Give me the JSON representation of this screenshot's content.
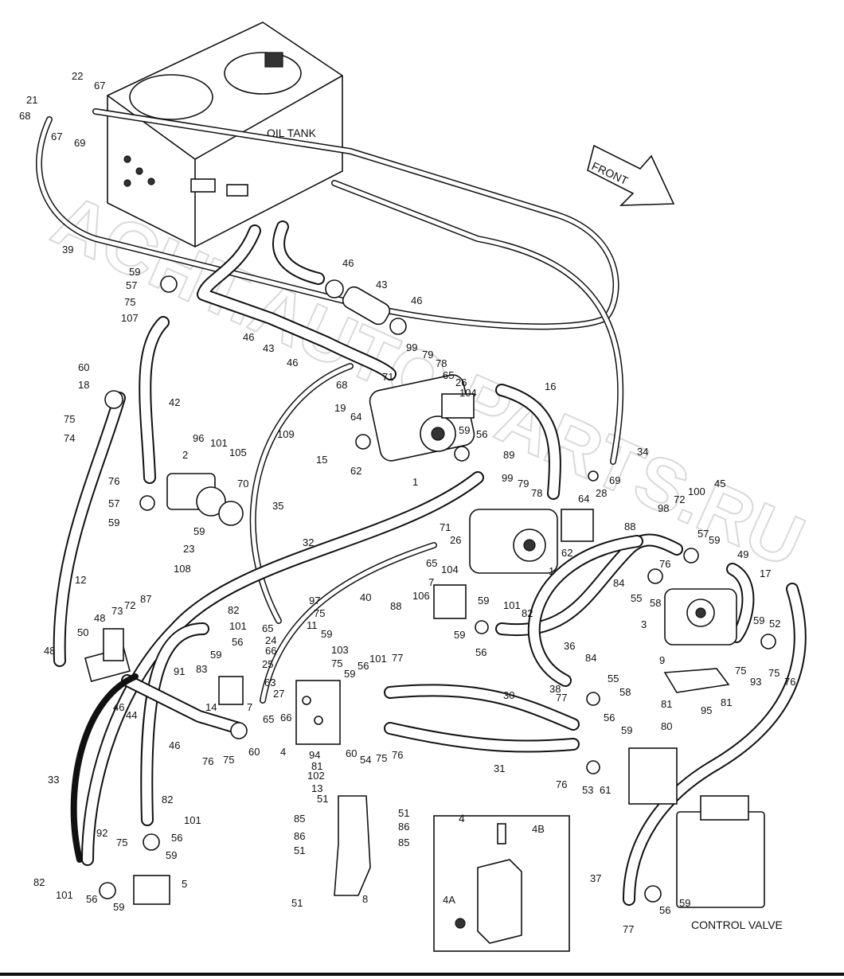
{
  "diagram": {
    "titles": {
      "oil_tank": "OIL TANK",
      "front": "FRONT",
      "control_valve": "CONTROL VALVE",
      "inset_number": "4"
    },
    "watermark": "ACHT.AUTO.PARTS.RU",
    "callouts": [
      {
        "id": "c1",
        "text": "22"
      },
      {
        "id": "c2",
        "text": "67"
      },
      {
        "id": "c3",
        "text": "21"
      },
      {
        "id": "c4",
        "text": "68"
      },
      {
        "id": "c5",
        "text": "67"
      },
      {
        "id": "c6",
        "text": "69"
      },
      {
        "id": "c7",
        "text": "39"
      },
      {
        "id": "c8",
        "text": "59"
      },
      {
        "id": "c9",
        "text": "57"
      },
      {
        "id": "c10",
        "text": "75"
      },
      {
        "id": "c11",
        "text": "107"
      },
      {
        "id": "c12",
        "text": "46"
      },
      {
        "id": "c13",
        "text": "43"
      },
      {
        "id": "c14",
        "text": "46"
      },
      {
        "id": "c15",
        "text": "46"
      },
      {
        "id": "c16",
        "text": "43"
      },
      {
        "id": "c17",
        "text": "46"
      },
      {
        "id": "c18",
        "text": "60"
      },
      {
        "id": "c19",
        "text": "18"
      },
      {
        "id": "c20",
        "text": "42"
      },
      {
        "id": "c21",
        "text": "75"
      },
      {
        "id": "c22",
        "text": "74"
      },
      {
        "id": "c23",
        "text": "96"
      },
      {
        "id": "c24",
        "text": "101"
      },
      {
        "id": "c25",
        "text": "105"
      },
      {
        "id": "c26",
        "text": "2"
      },
      {
        "id": "c27",
        "text": "76"
      },
      {
        "id": "c28",
        "text": "57"
      },
      {
        "id": "c29",
        "text": "59"
      },
      {
        "id": "c30",
        "text": "59"
      },
      {
        "id": "c31",
        "text": "23"
      },
      {
        "id": "c32",
        "text": "108"
      },
      {
        "id": "c33",
        "text": "70"
      },
      {
        "id": "c34",
        "text": "35"
      },
      {
        "id": "c35",
        "text": "109"
      },
      {
        "id": "c36",
        "text": "15"
      },
      {
        "id": "c37",
        "text": "62"
      },
      {
        "id": "c38",
        "text": "19"
      },
      {
        "id": "c39",
        "text": "64"
      },
      {
        "id": "c40",
        "text": "68"
      },
      {
        "id": "c41",
        "text": "71"
      },
      {
        "id": "c42",
        "text": "99"
      },
      {
        "id": "c43",
        "text": "79"
      },
      {
        "id": "c44",
        "text": "78"
      },
      {
        "id": "c45",
        "text": "65"
      },
      {
        "id": "c46",
        "text": "26"
      },
      {
        "id": "c47",
        "text": "104"
      },
      {
        "id": "c48",
        "text": "16"
      },
      {
        "id": "c49",
        "text": "59"
      },
      {
        "id": "c50",
        "text": "56"
      },
      {
        "id": "c51",
        "text": "1"
      },
      {
        "id": "c52",
        "text": "89"
      },
      {
        "id": "c53",
        "text": "34"
      },
      {
        "id": "c54",
        "text": "69"
      },
      {
        "id": "c55",
        "text": "28"
      },
      {
        "id": "c56",
        "text": "99"
      },
      {
        "id": "c57",
        "text": "79"
      },
      {
        "id": "c58",
        "text": "78"
      },
      {
        "id": "c59",
        "text": "64"
      },
      {
        "id": "c60",
        "text": "88"
      },
      {
        "id": "c61",
        "text": "71"
      },
      {
        "id": "c62",
        "text": "62"
      },
      {
        "id": "c63",
        "text": "26"
      },
      {
        "id": "c64",
        "text": "65"
      },
      {
        "id": "c65",
        "text": "104"
      },
      {
        "id": "c66",
        "text": "1"
      },
      {
        "id": "c67",
        "text": "45"
      },
      {
        "id": "c68",
        "text": "100"
      },
      {
        "id": "c69",
        "text": "72"
      },
      {
        "id": "c70",
        "text": "98"
      },
      {
        "id": "c71",
        "text": "57"
      },
      {
        "id": "c72",
        "text": "59"
      },
      {
        "id": "c73",
        "text": "49"
      },
      {
        "id": "c74",
        "text": "17"
      },
      {
        "id": "c75",
        "text": "76"
      },
      {
        "id": "c76",
        "text": "84"
      },
      {
        "id": "c77",
        "text": "55"
      },
      {
        "id": "c78",
        "text": "58"
      },
      {
        "id": "c79",
        "text": "3"
      },
      {
        "id": "c80",
        "text": "59"
      },
      {
        "id": "c81",
        "text": "52"
      },
      {
        "id": "c82",
        "text": "75"
      },
      {
        "id": "c83",
        "text": "93"
      },
      {
        "id": "c84",
        "text": "75"
      },
      {
        "id": "c85",
        "text": "76"
      },
      {
        "id": "c86",
        "text": "9"
      },
      {
        "id": "c87",
        "text": "81"
      },
      {
        "id": "c88",
        "text": "95"
      },
      {
        "id": "c89",
        "text": "81"
      },
      {
        "id": "c90",
        "text": "80"
      },
      {
        "id": "c91",
        "text": "84"
      },
      {
        "id": "c92",
        "text": "55"
      },
      {
        "id": "c93",
        "text": "58"
      },
      {
        "id": "c94",
        "text": "38"
      },
      {
        "id": "c95",
        "text": "36"
      },
      {
        "id": "c96",
        "text": "32"
      },
      {
        "id": "c97",
        "text": "40"
      },
      {
        "id": "c98",
        "text": "12"
      },
      {
        "id": "c99",
        "text": "48"
      },
      {
        "id": "c100",
        "text": "73"
      },
      {
        "id": "c101",
        "text": "72"
      },
      {
        "id": "c102",
        "text": "87"
      },
      {
        "id": "c103",
        "text": "48"
      },
      {
        "id": "c104",
        "text": "50"
      },
      {
        "id": "c105",
        "text": "46"
      },
      {
        "id": "c106",
        "text": "44"
      },
      {
        "id": "c107",
        "text": "46"
      },
      {
        "id": "c108",
        "text": "14"
      },
      {
        "id": "c109",
        "text": "76"
      },
      {
        "id": "c110",
        "text": "75"
      },
      {
        "id": "c111",
        "text": "60"
      },
      {
        "id": "c112",
        "text": "91"
      },
      {
        "id": "c113",
        "text": "83"
      },
      {
        "id": "c114",
        "text": "59"
      },
      {
        "id": "c115",
        "text": "56"
      },
      {
        "id": "c116",
        "text": "101"
      },
      {
        "id": "c117",
        "text": "82"
      },
      {
        "id": "c118",
        "text": "7"
      },
      {
        "id": "c119",
        "text": "63"
      },
      {
        "id": "c120",
        "text": "66"
      },
      {
        "id": "c121",
        "text": "65"
      },
      {
        "id": "c122",
        "text": "27"
      },
      {
        "id": "c123",
        "text": "97"
      },
      {
        "id": "c124",
        "text": "75"
      },
      {
        "id": "c125",
        "text": "11"
      },
      {
        "id": "c126",
        "text": "65"
      },
      {
        "id": "c127",
        "text": "24"
      },
      {
        "id": "c128",
        "text": "66"
      },
      {
        "id": "c129",
        "text": "59"
      },
      {
        "id": "c130",
        "text": "103"
      },
      {
        "id": "c131",
        "text": "25"
      },
      {
        "id": "c132",
        "text": "75"
      },
      {
        "id": "c133",
        "text": "4"
      },
      {
        "id": "c134",
        "text": "59"
      },
      {
        "id": "c135",
        "text": "56"
      },
      {
        "id": "c136",
        "text": "101"
      },
      {
        "id": "c137",
        "text": "77"
      },
      {
        "id": "c138",
        "text": "60"
      },
      {
        "id": "c139",
        "text": "54"
      },
      {
        "id": "c140",
        "text": "75"
      },
      {
        "id": "c141",
        "text": "76"
      },
      {
        "id": "c142",
        "text": "94"
      },
      {
        "id": "c143",
        "text": "81"
      },
      {
        "id": "c144",
        "text": "102"
      },
      {
        "id": "c145",
        "text": "13"
      },
      {
        "id": "c146",
        "text": "51"
      },
      {
        "id": "c147",
        "text": "85"
      },
      {
        "id": "c148",
        "text": "86"
      },
      {
        "id": "c149",
        "text": "51"
      },
      {
        "id": "c150",
        "text": "51"
      },
      {
        "id": "c151",
        "text": "86"
      },
      {
        "id": "c152",
        "text": "85"
      },
      {
        "id": "c153",
        "text": "8"
      },
      {
        "id": "c154",
        "text": "51"
      },
      {
        "id": "c155",
        "text": "7"
      },
      {
        "id": "c156",
        "text": "106"
      },
      {
        "id": "c157",
        "text": "59"
      },
      {
        "id": "c158",
        "text": "88"
      },
      {
        "id": "c159",
        "text": "59"
      },
      {
        "id": "c160",
        "text": "56"
      },
      {
        "id": "c161",
        "text": "101"
      },
      {
        "id": "c162",
        "text": "82"
      },
      {
        "id": "c163",
        "text": "30"
      },
      {
        "id": "c164",
        "text": "77"
      },
      {
        "id": "c165",
        "text": "56"
      },
      {
        "id": "c166",
        "text": "59"
      },
      {
        "id": "c167",
        "text": "31"
      },
      {
        "id": "c168",
        "text": "76"
      },
      {
        "id": "c169",
        "text": "53"
      },
      {
        "id": "c170",
        "text": "61"
      },
      {
        "id": "c171",
        "text": "33"
      },
      {
        "id": "c172",
        "text": "82"
      },
      {
        "id": "c173",
        "text": "101"
      },
      {
        "id": "c174",
        "text": "92"
      },
      {
        "id": "c175",
        "text": "75"
      },
      {
        "id": "c176",
        "text": "56"
      },
      {
        "id": "c177",
        "text": "59"
      },
      {
        "id": "c178",
        "text": "5"
      },
      {
        "id": "c179",
        "text": "82"
      },
      {
        "id": "c180",
        "text": "101"
      },
      {
        "id": "c181",
        "text": "56"
      },
      {
        "id": "c182",
        "text": "59"
      },
      {
        "id": "c183",
        "text": "4B"
      },
      {
        "id": "c184",
        "text": "4A"
      },
      {
        "id": "c185",
        "text": "37"
      },
      {
        "id": "c186",
        "text": "56"
      },
      {
        "id": "c187",
        "text": "59"
      },
      {
        "id": "c188",
        "text": "77"
      }
    ]
  }
}
